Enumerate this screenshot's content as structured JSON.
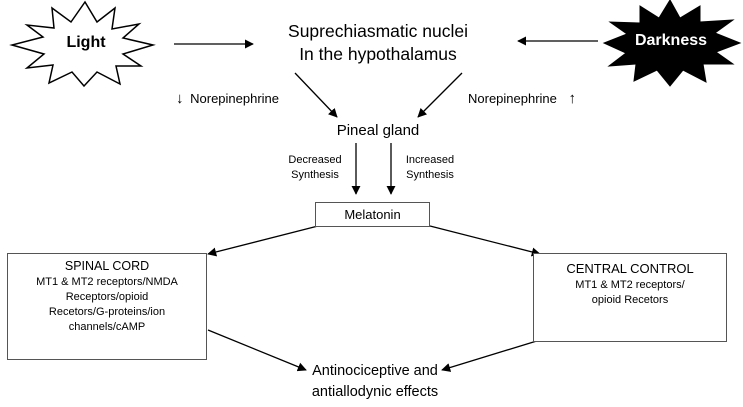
{
  "colors": {
    "line": "#000000",
    "box_border": "#555555",
    "dark_burst_fill": "#000000",
    "light_burst_fill": "#ffffff"
  },
  "light": "Light",
  "darkness": "Darkness",
  "scn": {
    "line1": "Suprechiasmatic nuclei",
    "line2": "In the hypothalamus"
  },
  "norepinephrine_left": {
    "arrow": "↓",
    "text": "Norepinephrine"
  },
  "norepinephrine_right": {
    "text": "Norepinephrine",
    "arrow": "↑"
  },
  "pineal": "Pineal gland",
  "decreased": {
    "line1": "Decreased",
    "line2": "Synthesis"
  },
  "increased": {
    "line1": "Increased",
    "line2": "Synthesis"
  },
  "melatonin": "Melatonin",
  "spinal_cord": {
    "title": "SPINAL CORD",
    "lines": [
      "MT1 & MT2 receptors/NMDA",
      "Receptors/opioid",
      "Recetors/G-proteins/ion",
      "channels/cAMP"
    ]
  },
  "central_control": {
    "title": "CENTRAL CONTROL",
    "lines": [
      "MT1 & MT2 receptors/",
      "opioid Recetors"
    ]
  },
  "effects": {
    "line1": "Antinociceptive and",
    "line2": "antiallodynic effects"
  }
}
